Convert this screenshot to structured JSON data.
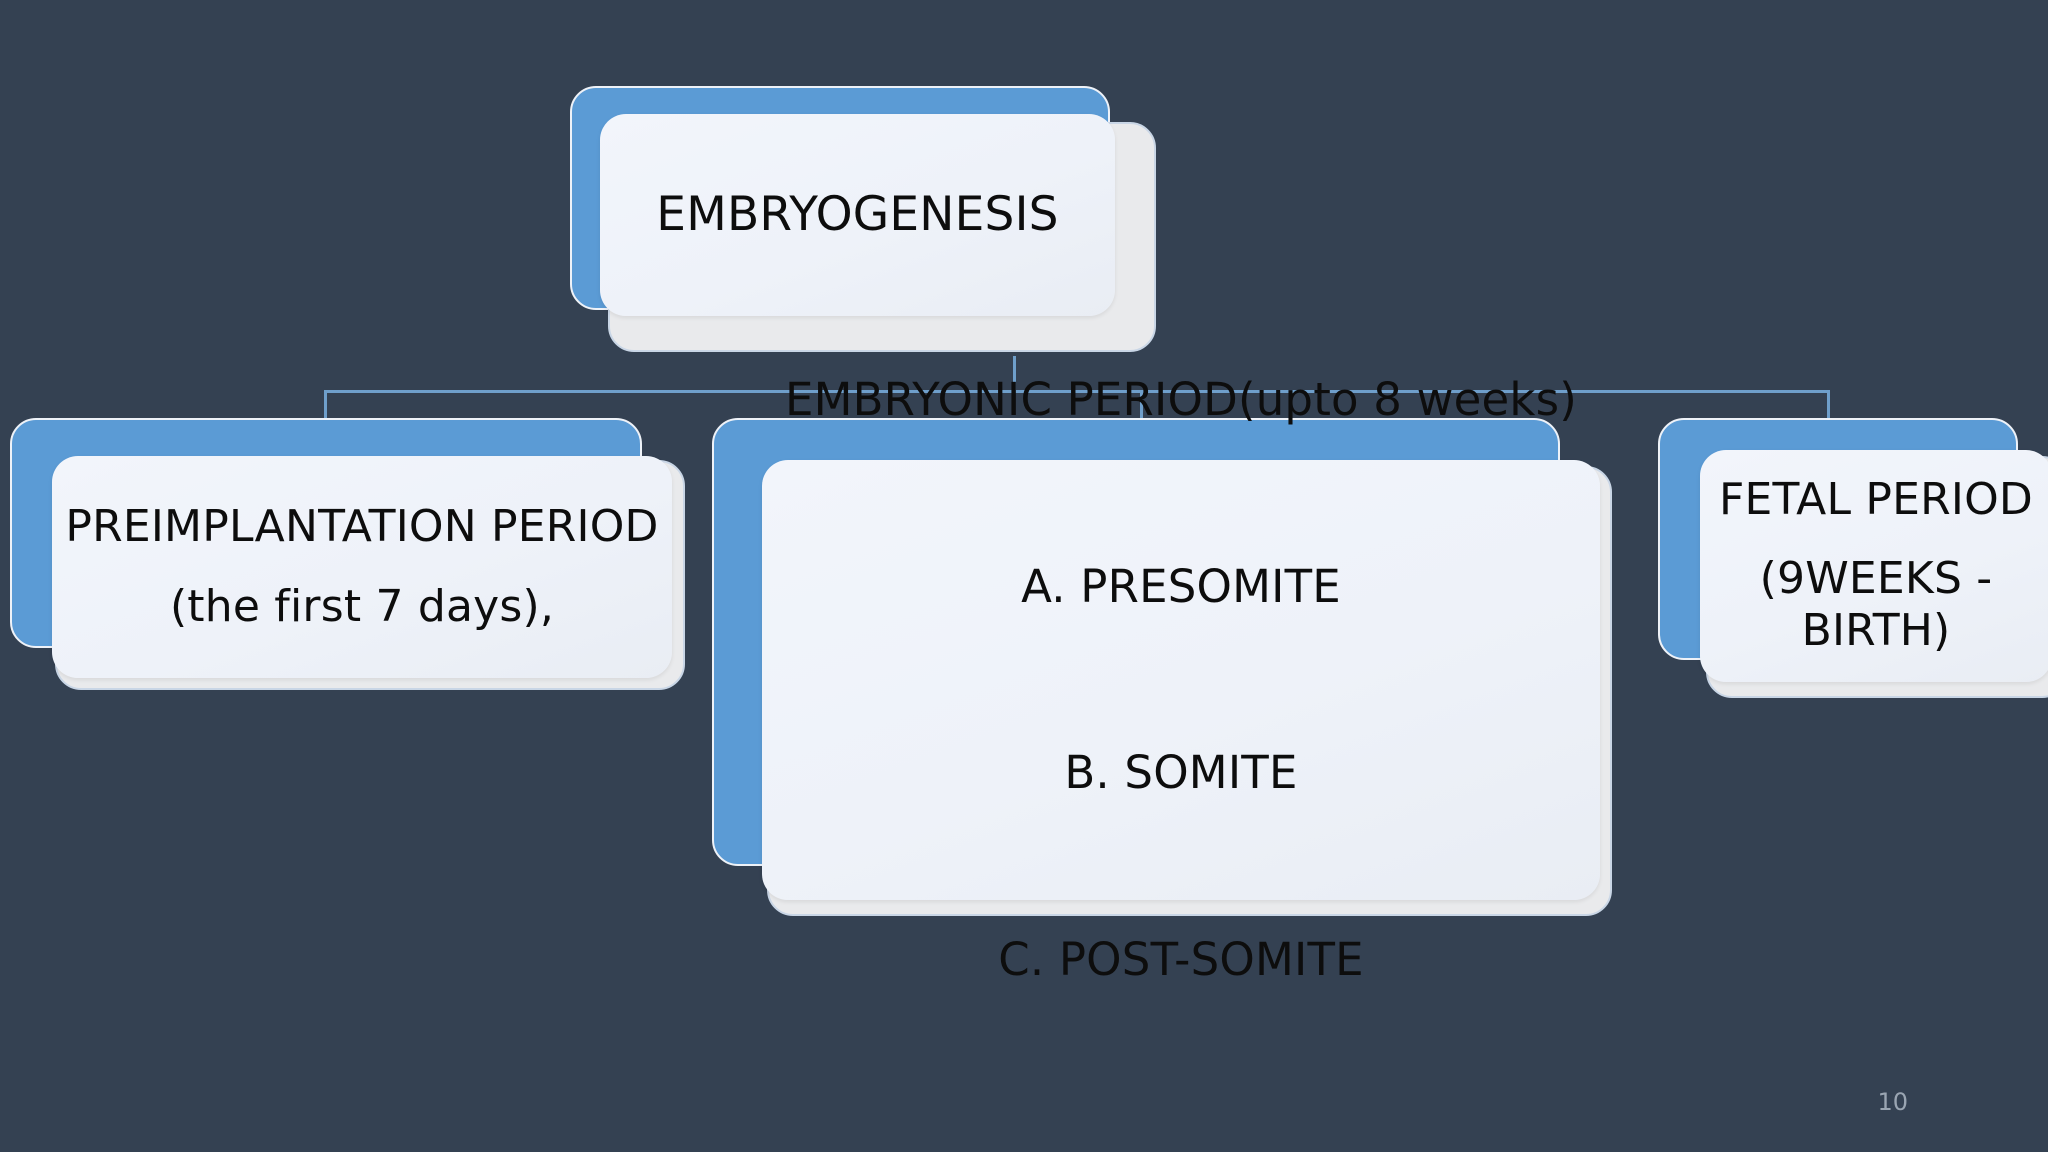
{
  "slide": {
    "background_color": "#344152",
    "accent_blue": "#5B9BD5",
    "connector_color": "#6f9fcb",
    "card_face_color": "#eef2f9",
    "text_color": "#0d0d0d",
    "page_number": "10"
  },
  "diagram": {
    "type": "org-chart",
    "root": {
      "id": "embryogenesis",
      "label": "EMBRYOGENESIS"
    },
    "children": [
      {
        "id": "preimplantation",
        "title": "PREIMPLANTATION PERIOD",
        "subtitle": "(the first 7 days),"
      },
      {
        "id": "embryonic",
        "title": "EMBRYONIC PERIOD(upto 8 weeks)",
        "items": [
          "A. PRESOMITE",
          "B. SOMITE",
          "C. POST-SOMITE"
        ]
      },
      {
        "id": "fetal",
        "title": "FETAL PERIOD",
        "subtitle": "(9WEEKS - BIRTH)"
      }
    ]
  }
}
